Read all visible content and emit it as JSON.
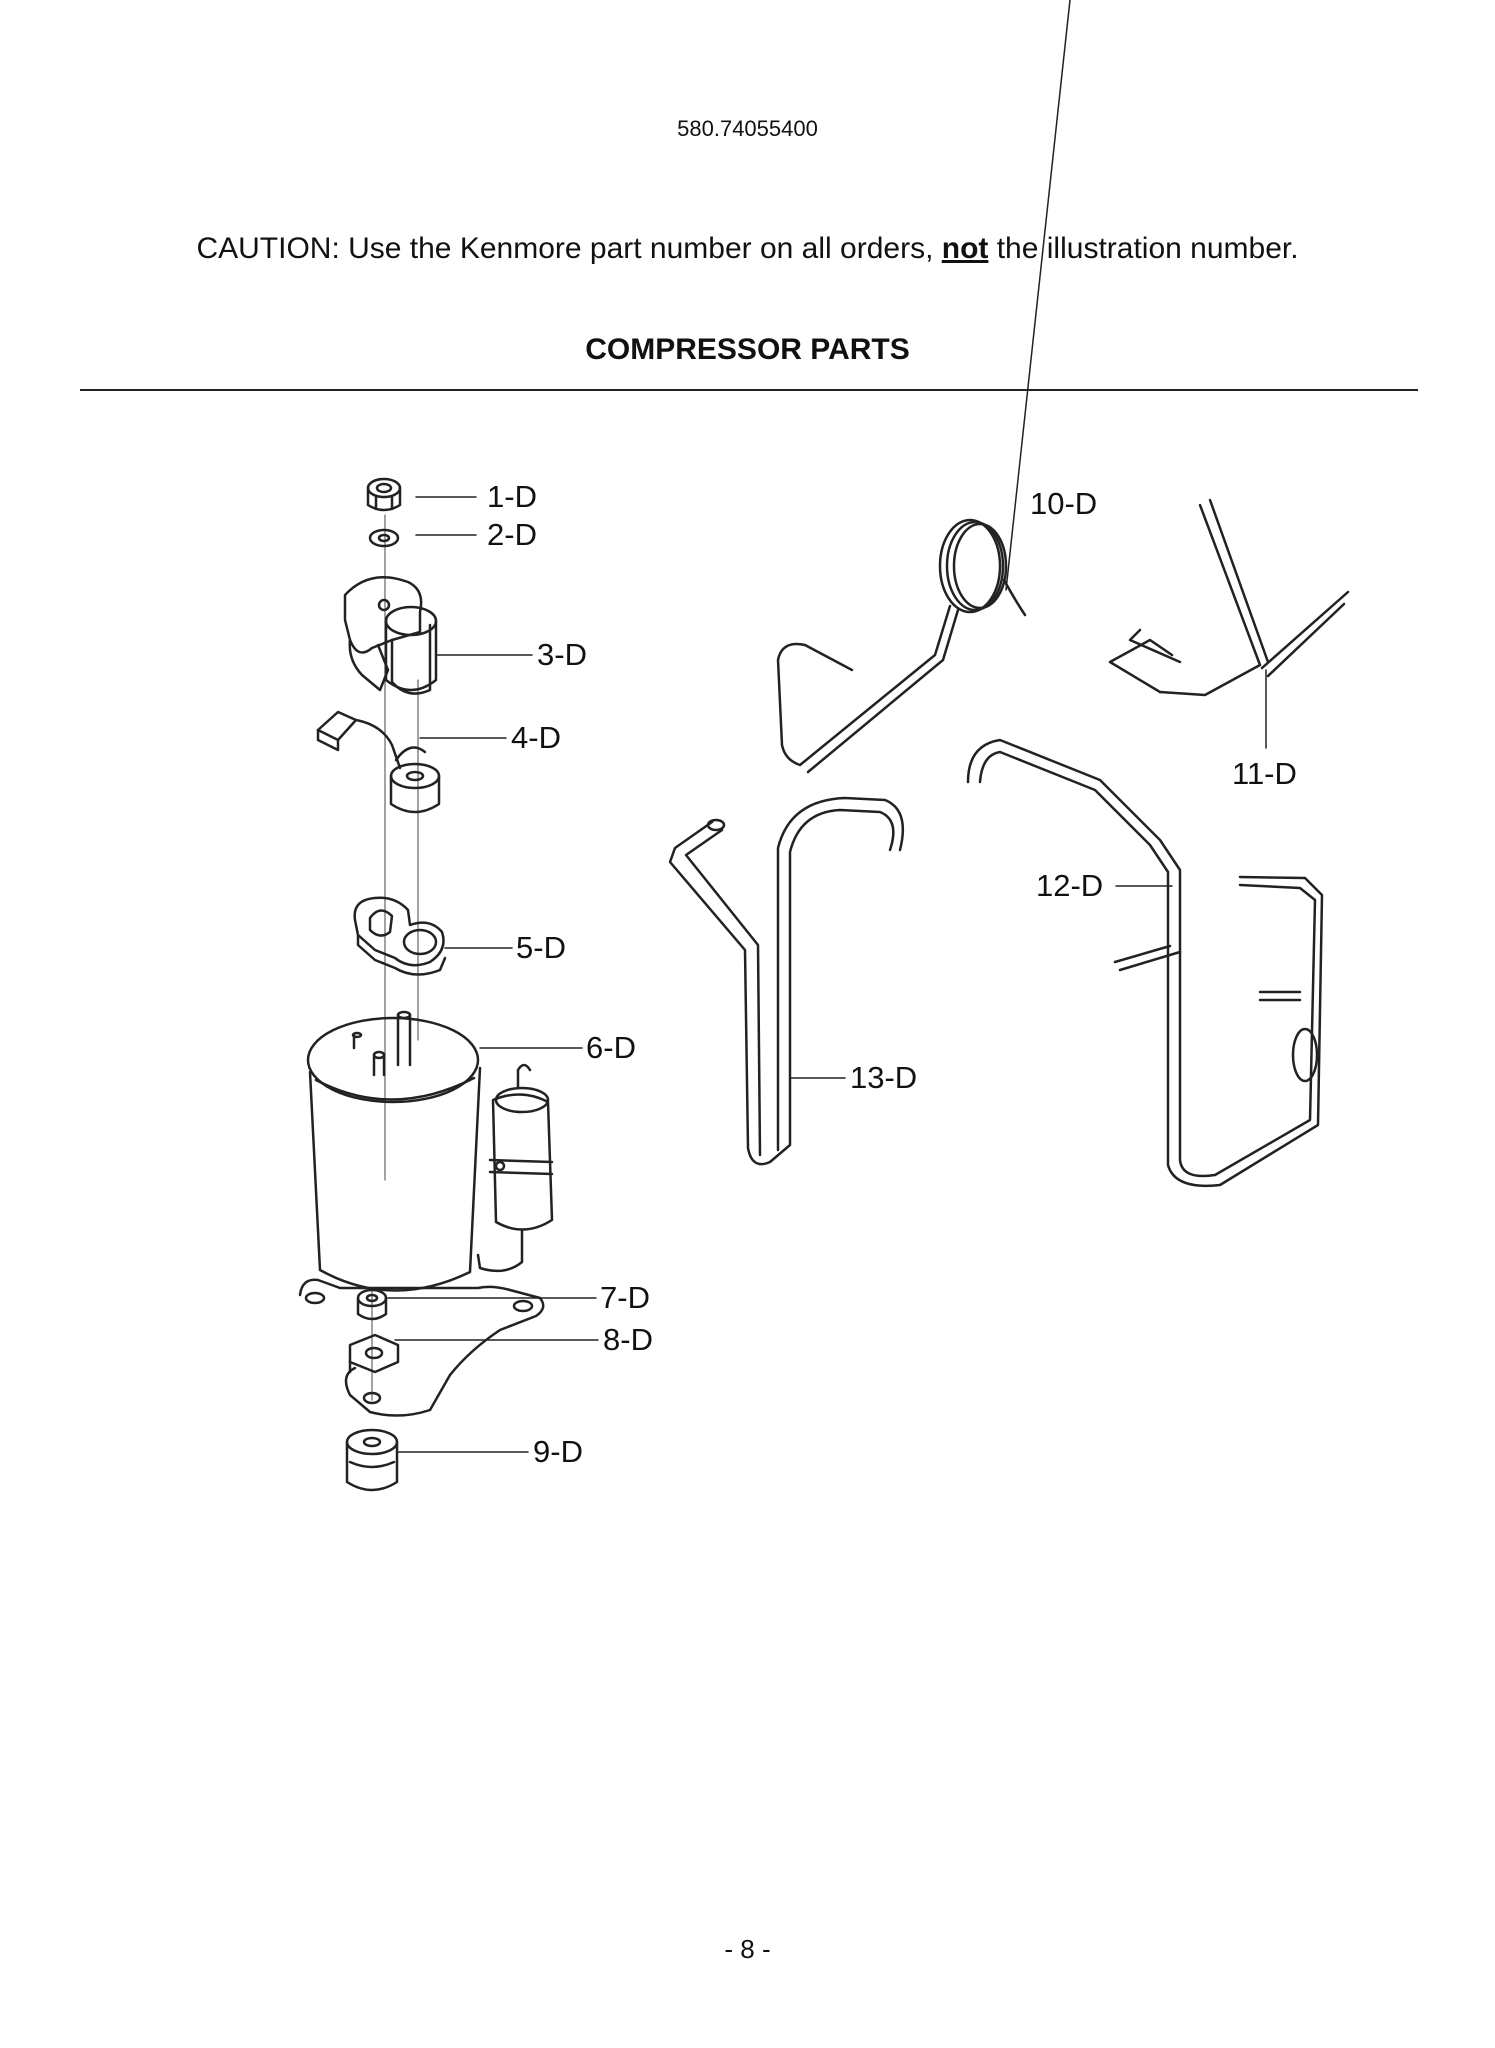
{
  "header": {
    "model_number": "580.74055400"
  },
  "caution": {
    "prefix": "CAUTION: Use the Kenmore part number on all orders, ",
    "emphasis": "not",
    "suffix": " the illustration number."
  },
  "section": {
    "title": "COMPRESSOR PARTS"
  },
  "parts": {
    "p1": "1-D",
    "p2": "2-D",
    "p3": "3-D",
    "p4": "4-D",
    "p5": "5-D",
    "p6": "6-D",
    "p7": "7-D",
    "p8": "8-D",
    "p9": "9-D",
    "p10": "10-D",
    "p11": "11-D",
    "p12": "12-D",
    "p13": "13-D"
  },
  "footer": {
    "page_number": "- 8 -"
  }
}
